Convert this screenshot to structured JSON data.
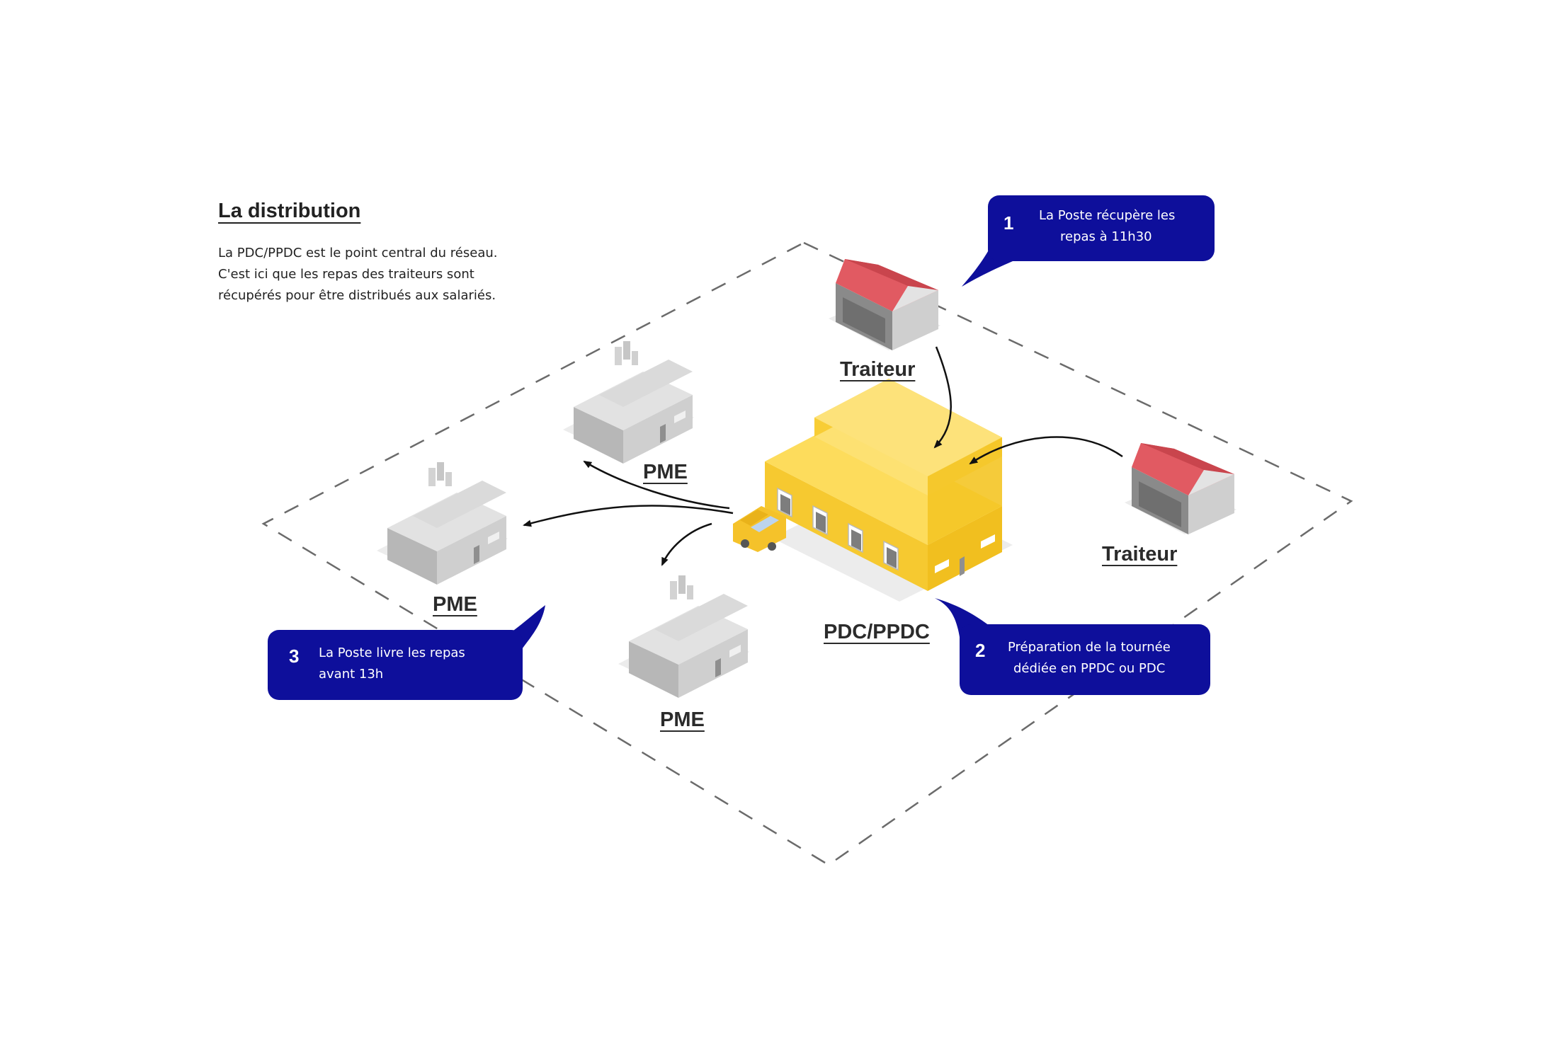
{
  "intro": {
    "title": "La distribution",
    "lines": [
      "La PDC/PPDC est le point central du réseau.",
      "C'est ici que les repas des traiteurs sont",
      "récupérés pour être distribués aux salariés."
    ]
  },
  "nodes": {
    "hub": "PDC/PPDC",
    "traiteur_top": "Traiteur",
    "traiteur_right": "Traiteur",
    "pme_top": "PME",
    "pme_left": "PME",
    "pme_bottom": "PME"
  },
  "callouts": [
    {
      "number": "1",
      "lines": [
        "La Poste récupère les",
        "repas à 11h30"
      ]
    },
    {
      "number": "2",
      "lines": [
        "Préparation de la tournée",
        "dédiée en PPDC ou PDC"
      ]
    },
    {
      "number": "3",
      "lines": [
        "La Poste livre les repas",
        "avant 13h"
      ]
    }
  ],
  "colors": {
    "callout_bg": "#0e0f9b",
    "hub_yellow": "#fdd23b",
    "roof_red": "#e0535b",
    "building_grey": "#c8c8c8"
  }
}
